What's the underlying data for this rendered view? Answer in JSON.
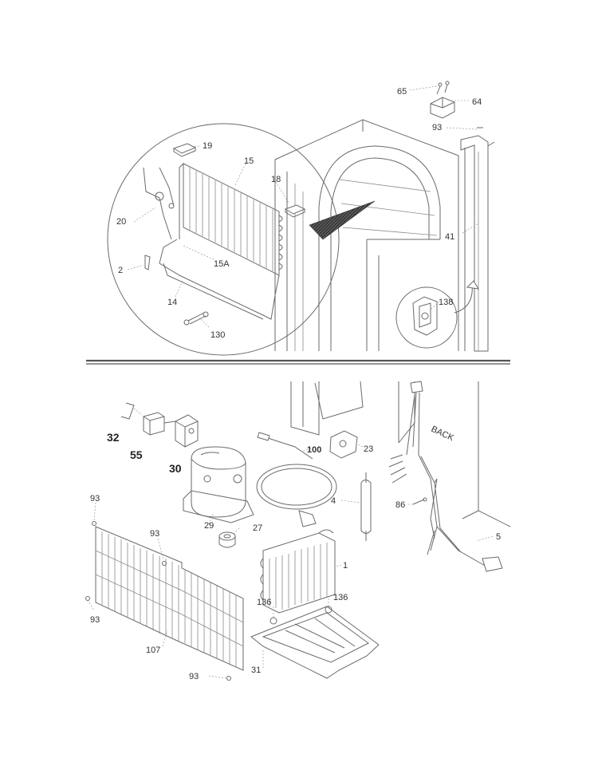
{
  "callouts": {
    "c65": "65",
    "c64": "64",
    "c93a": "93",
    "c19": "19",
    "c15": "15",
    "c18": "18",
    "c20": "20",
    "c15A": "15A",
    "c2": "2",
    "c14": "14",
    "c130": "130",
    "c41": "41",
    "c138": "138",
    "c32": "32",
    "c55": "55",
    "c30": "30",
    "c100": "100",
    "c23": "23",
    "c93b": "93",
    "c93c": "93",
    "c29": "29",
    "c27": "27",
    "c4": "4",
    "c86": "86",
    "c5": "5",
    "c1": "1",
    "c136a": "136",
    "c136b": "136",
    "c93d": "93",
    "c107": "107",
    "c93e": "93",
    "c31": "31"
  },
  "labels": {
    "back": "BACK"
  },
  "colors": {
    "line": "#6a6a6a",
    "text": "#333333",
    "divider": "#555555",
    "shade": "#3a3a3a"
  }
}
